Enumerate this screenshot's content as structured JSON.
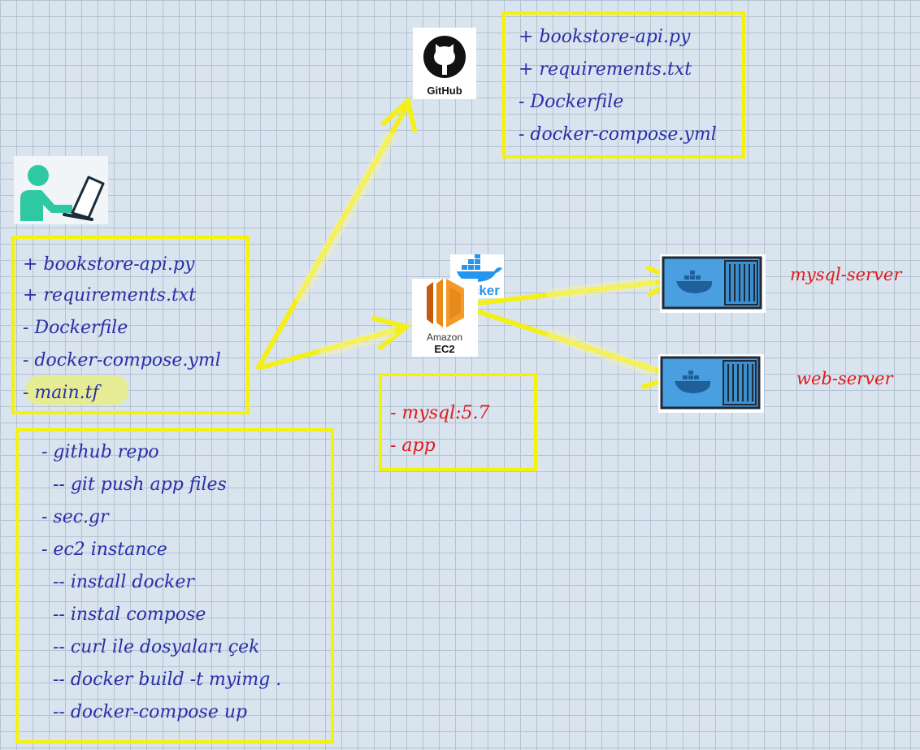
{
  "github": {
    "label": "GitHub"
  },
  "github_files": [
    "+ bookstore-api.py",
    "+ requirements.txt",
    "- Dockerfile",
    "- docker-compose.yml"
  ],
  "local_files": [
    "+ bookstore-api.py",
    "+ requirements.txt",
    "- Dockerfile",
    "- docker-compose.yml",
    "- main.tf"
  ],
  "steps": [
    "- github repo",
    "  -- git push app files",
    "- sec.gr",
    "- ec2 instance",
    "  -- install docker",
    "  -- instal compose",
    "  -- curl ile dosyaları çek",
    "  -- docker build -t myimg .",
    "  -- docker-compose up"
  ],
  "docker": {
    "label": "docker"
  },
  "ec2": {
    "label_top": "Amazon",
    "label_bottom": "EC2"
  },
  "ec2_images": [
    "- mysql:5.7",
    "- app"
  ],
  "containers": {
    "mysql": "mysql-server",
    "web": "web-server"
  },
  "colors": {
    "highlight": "#f5f20a",
    "text_blue": "#2a2fa8",
    "text_red": "#e01818",
    "ec2_orange": "#e8891b",
    "docker_blue": "#2496ed",
    "user_green": "#2ec9a3"
  }
}
